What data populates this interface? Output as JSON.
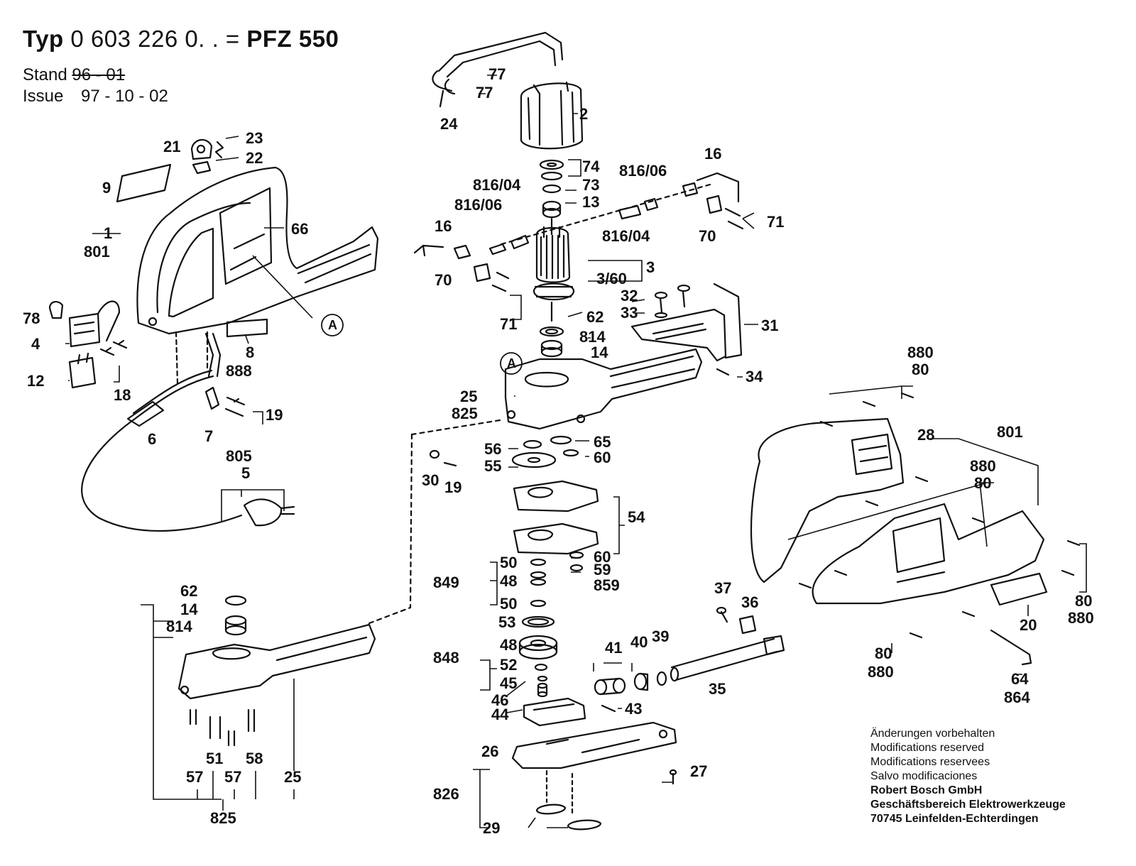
{
  "header": {
    "type_prefix": "Typ",
    "type_number": "0 603 226 0. . =",
    "model": "PFZ 550",
    "stand_label": "Stand",
    "stand_value": "96 - 01",
    "issue_label": "Issue",
    "issue_value": "97 - 10 - 02"
  },
  "notes": {
    "lines": [
      "Änderungen vorbehalten",
      "Modifications reserved",
      "Modifications reservees",
      "Salvo modificaciones"
    ],
    "company": [
      "Robert Bosch GmbH",
      "Geschäftsbereich Elektrowerkzeuge",
      "70745 Leinfelden-Echterdingen"
    ]
  },
  "callouts": [
    {
      "id": "c23",
      "text": "23"
    },
    {
      "id": "c21",
      "text": "21"
    },
    {
      "id": "c22",
      "text": "22"
    },
    {
      "id": "c9",
      "text": "9"
    },
    {
      "id": "c1",
      "text": "1"
    },
    {
      "id": "c801a",
      "text": "801"
    },
    {
      "id": "c66",
      "text": "66"
    },
    {
      "id": "cA1",
      "text": "A"
    },
    {
      "id": "c78",
      "text": "78"
    },
    {
      "id": "c4",
      "text": "4"
    },
    {
      "id": "c8",
      "text": "8"
    },
    {
      "id": "c888",
      "text": "888"
    },
    {
      "id": "c12",
      "text": "12"
    },
    {
      "id": "c18",
      "text": "18"
    },
    {
      "id": "c19a",
      "text": "19"
    },
    {
      "id": "c6",
      "text": "6"
    },
    {
      "id": "c7",
      "text": "7"
    },
    {
      "id": "c805",
      "text": "805"
    },
    {
      "id": "c5",
      "text": "5"
    },
    {
      "id": "c77a",
      "text": "77"
    },
    {
      "id": "c77b",
      "text": "77"
    },
    {
      "id": "c24",
      "text": "24"
    },
    {
      "id": "c2",
      "text": "2"
    },
    {
      "id": "c74",
      "text": "74"
    },
    {
      "id": "c73",
      "text": "73"
    },
    {
      "id": "c13",
      "text": "13"
    },
    {
      "id": "c816_04a",
      "text": "816/04"
    },
    {
      "id": "c816_06a",
      "text": "816/06"
    },
    {
      "id": "c816_06b",
      "text": "816/06"
    },
    {
      "id": "c816_04b",
      "text": "816/04"
    },
    {
      "id": "c16a",
      "text": "16"
    },
    {
      "id": "c16b",
      "text": "16"
    },
    {
      "id": "c70a",
      "text": "70"
    },
    {
      "id": "c70b",
      "text": "70"
    },
    {
      "id": "c71a",
      "text": "71"
    },
    {
      "id": "c71b",
      "text": "71"
    },
    {
      "id": "c3",
      "text": "3"
    },
    {
      "id": "c3_60",
      "text": "3/60"
    },
    {
      "id": "c62a",
      "text": "62"
    },
    {
      "id": "c814a",
      "text": "814"
    },
    {
      "id": "c14a",
      "text": "14"
    },
    {
      "id": "c32",
      "text": "32"
    },
    {
      "id": "c33",
      "text": "33"
    },
    {
      "id": "c31",
      "text": "31"
    },
    {
      "id": "c34",
      "text": "34"
    },
    {
      "id": "cA2",
      "text": "A"
    },
    {
      "id": "c25a",
      "text": "25"
    },
    {
      "id": "c825a",
      "text": "825"
    },
    {
      "id": "c56",
      "text": "56"
    },
    {
      "id": "c65",
      "text": "65"
    },
    {
      "id": "c55",
      "text": "55"
    },
    {
      "id": "c60a",
      "text": "60"
    },
    {
      "id": "c30",
      "text": "30"
    },
    {
      "id": "c19b",
      "text": "19"
    },
    {
      "id": "c54",
      "text": "54"
    },
    {
      "id": "c60b",
      "text": "60"
    },
    {
      "id": "c59",
      "text": "59"
    },
    {
      "id": "c859",
      "text": "859"
    },
    {
      "id": "c849",
      "text": "849"
    },
    {
      "id": "c50a",
      "text": "50"
    },
    {
      "id": "c48a",
      "text": "48"
    },
    {
      "id": "c50b",
      "text": "50"
    },
    {
      "id": "c53",
      "text": "53"
    },
    {
      "id": "c848",
      "text": "848"
    },
    {
      "id": "c48b",
      "text": "48"
    },
    {
      "id": "c52",
      "text": "52"
    },
    {
      "id": "c45",
      "text": "45"
    },
    {
      "id": "c46",
      "text": "46"
    },
    {
      "id": "c44",
      "text": "44"
    },
    {
      "id": "c43",
      "text": "43"
    },
    {
      "id": "c41",
      "text": "41"
    },
    {
      "id": "c40",
      "text": "40"
    },
    {
      "id": "c39",
      "text": "39"
    },
    {
      "id": "c37",
      "text": "37"
    },
    {
      "id": "c36",
      "text": "36"
    },
    {
      "id": "c35",
      "text": "35"
    },
    {
      "id": "c26",
      "text": "26"
    },
    {
      "id": "c27",
      "text": "27"
    },
    {
      "id": "c826",
      "text": "826"
    },
    {
      "id": "c29",
      "text": "29"
    },
    {
      "id": "c62b",
      "text": "62"
    },
    {
      "id": "c14b",
      "text": "14"
    },
    {
      "id": "c814b",
      "text": "814"
    },
    {
      "id": "c51",
      "text": "51"
    },
    {
      "id": "c58",
      "text": "58"
    },
    {
      "id": "c57a",
      "text": "57"
    },
    {
      "id": "c57b",
      "text": "57"
    },
    {
      "id": "c25b",
      "text": "25"
    },
    {
      "id": "c825b",
      "text": "825"
    },
    {
      "id": "c880a",
      "text": "880"
    },
    {
      "id": "c80a",
      "text": "80"
    },
    {
      "id": "c28",
      "text": "28"
    },
    {
      "id": "c801b",
      "text": "801"
    },
    {
      "id": "c880b",
      "text": "880"
    },
    {
      "id": "c80b",
      "text": "80"
    },
    {
      "id": "c80c",
      "text": "80"
    },
    {
      "id": "c880c",
      "text": "880"
    },
    {
      "id": "c20",
      "text": "20"
    },
    {
      "id": "c80d",
      "text": "80"
    },
    {
      "id": "c880d",
      "text": "880"
    },
    {
      "id": "c64",
      "text": "64"
    },
    {
      "id": "c864",
      "text": "864"
    }
  ]
}
